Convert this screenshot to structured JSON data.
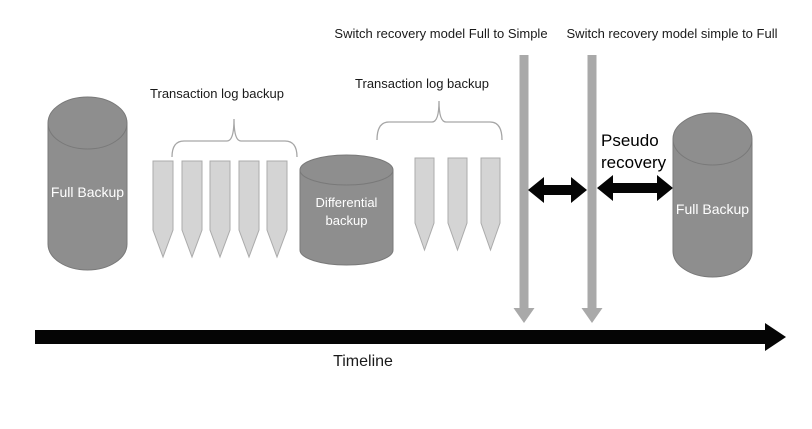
{
  "labels": {
    "switch_full_to_simple": "Switch recovery model Full to Simple",
    "switch_simple_to_full": "Switch recovery model simple to Full",
    "transaction_log_backup_1": "Transaction log backup",
    "transaction_log_backup_2": "Transaction log backup",
    "full_backup_left": "Full Backup",
    "differential_backup": "Differential backup",
    "pseudo_recovery": "Pseudo recovery",
    "full_backup_right": "Full Backup",
    "timeline": "Timeline"
  },
  "diagram": {
    "transaction_log_group_1_count": 5,
    "transaction_log_group_2_count": 3
  },
  "colors": {
    "cylinder_fill": "#8e8e8e",
    "cylinder_stroke": "#797979",
    "log_arrow_fill": "#d4d4d4",
    "log_arrow_stroke": "#ababab",
    "brace_stroke": "#a6a6a6",
    "switch_arrow_fill": "#a9a9a9",
    "black_arrow_fill": "#050505"
  }
}
